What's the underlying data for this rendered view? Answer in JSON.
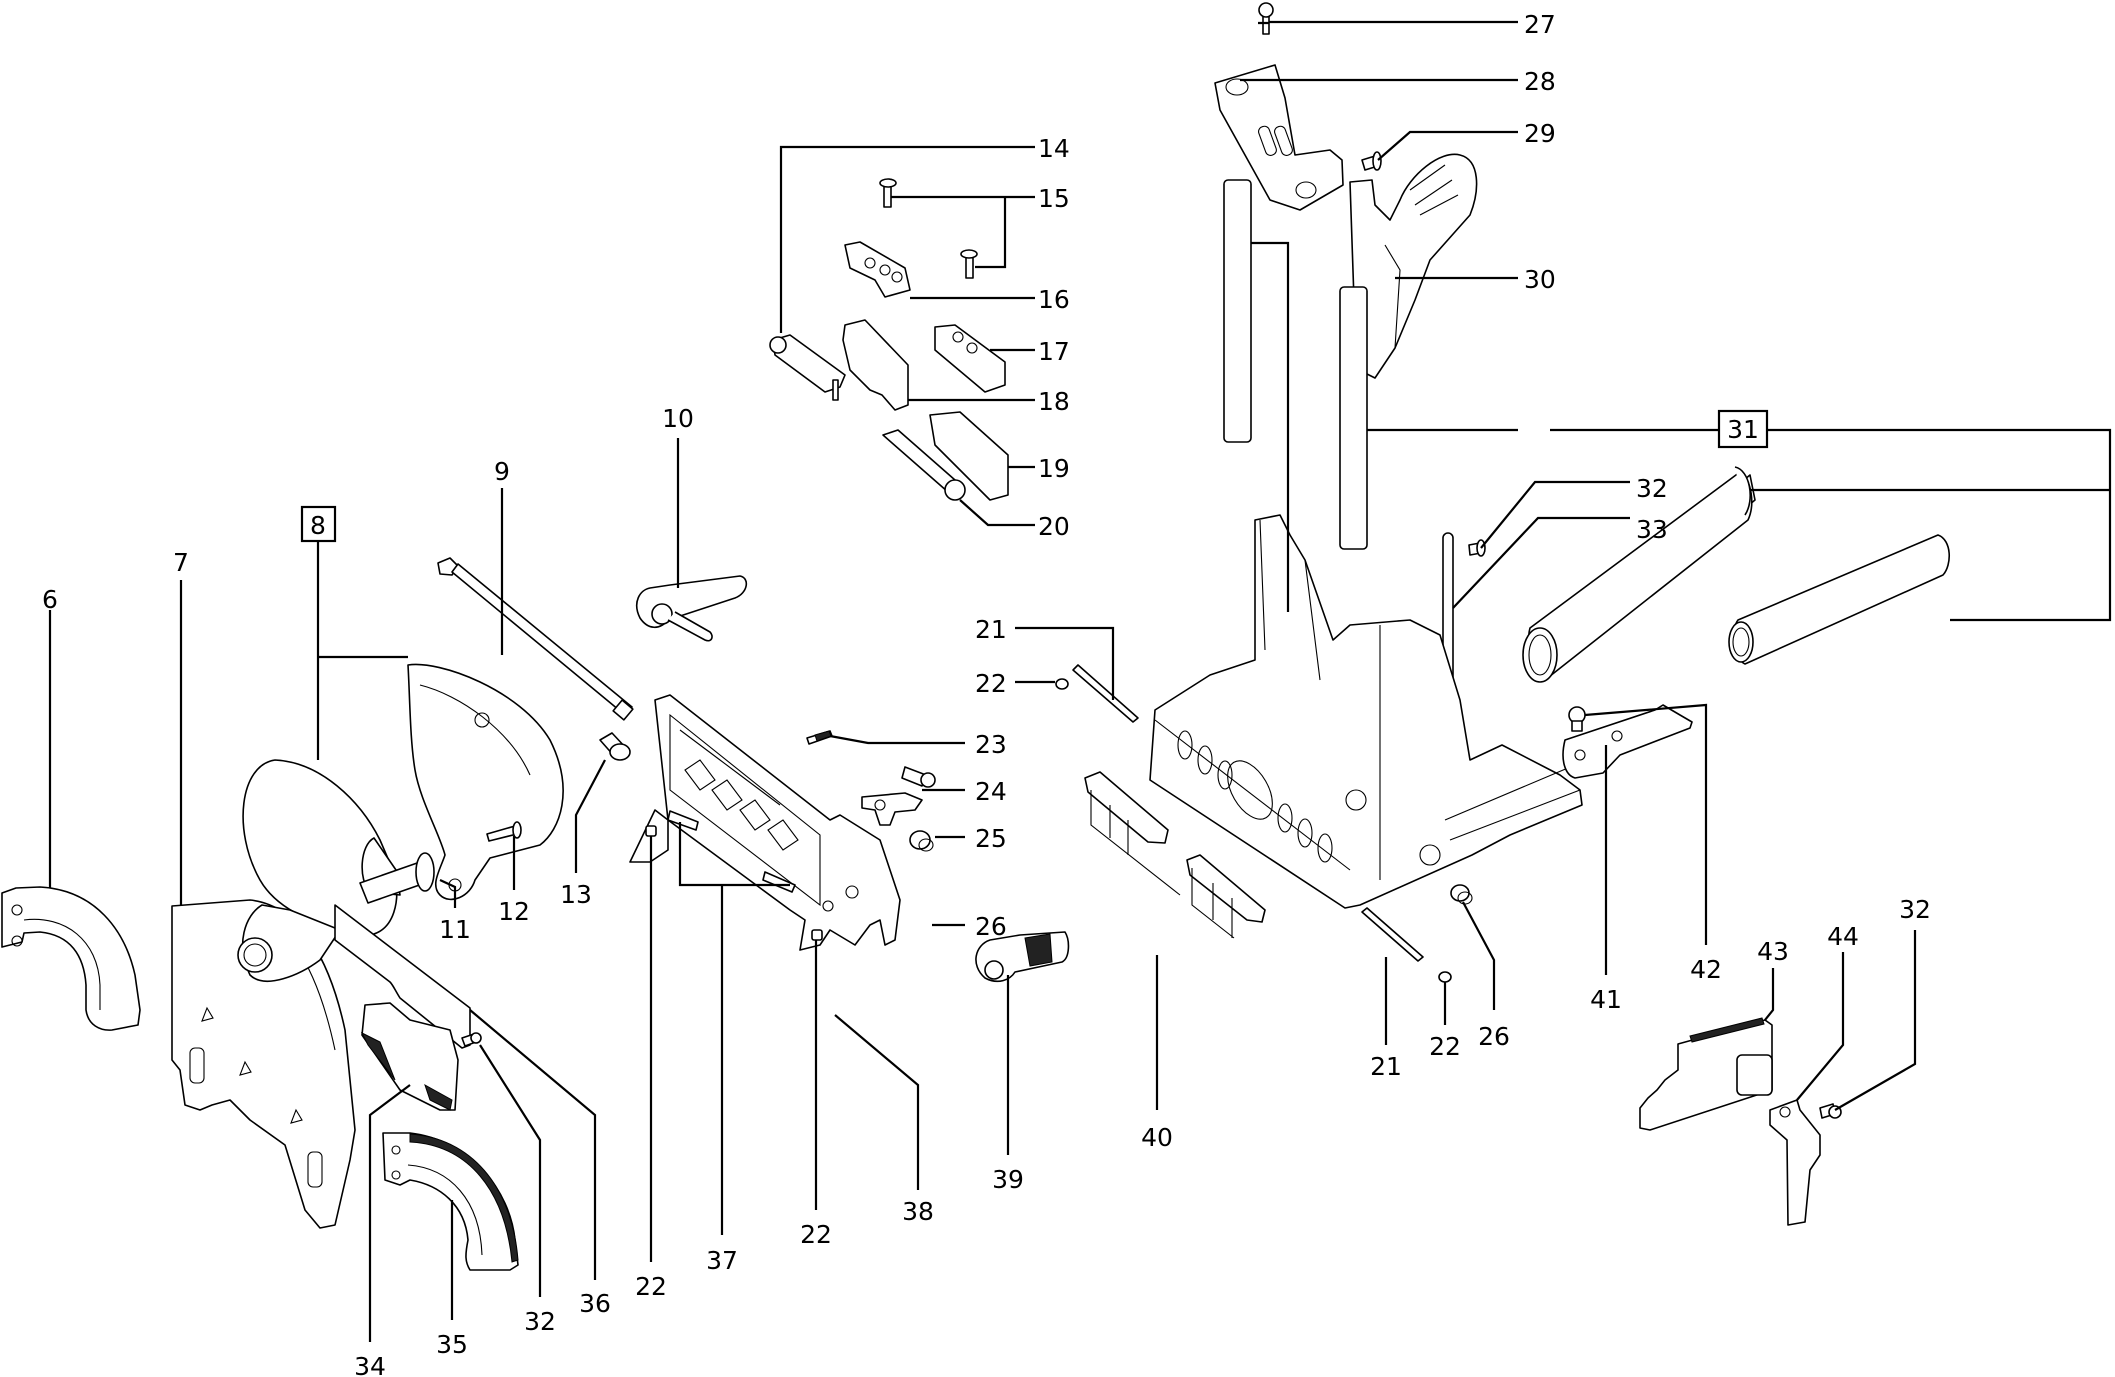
{
  "diagram": {
    "type": "exploded-parts-view",
    "background_color": "#ffffff",
    "line_color": "#000000",
    "callouts": [
      {
        "id": "c6",
        "label": "6",
        "part": "lower-blade-guard-plate"
      },
      {
        "id": "c7",
        "label": "7",
        "part": "side-plate"
      },
      {
        "id": "c8",
        "label": "8",
        "part": "motor-housing-assembly",
        "boxed": true
      },
      {
        "id": "c9",
        "label": "9",
        "part": "tie-rod"
      },
      {
        "id": "c10",
        "label": "10",
        "part": "clamp-lever"
      },
      {
        "id": "c11",
        "label": "11",
        "part": "pin-with-flange"
      },
      {
        "id": "c12",
        "label": "12",
        "part": "screw"
      },
      {
        "id": "c13",
        "label": "13",
        "part": "sleeve"
      },
      {
        "id": "c14",
        "label": "14",
        "part": "latch-rail"
      },
      {
        "id": "c15",
        "label": "15",
        "part": "screw-pair"
      },
      {
        "id": "c16",
        "label": "16",
        "part": "clamp-block"
      },
      {
        "id": "c17",
        "label": "17",
        "part": "clamp-block"
      },
      {
        "id": "c18",
        "label": "18",
        "part": "bracket"
      },
      {
        "id": "c19",
        "label": "19",
        "part": "bracket"
      },
      {
        "id": "c20",
        "label": "20",
        "part": "latch-rail-with-knob"
      },
      {
        "id": "c21a",
        "label": "21",
        "part": "pin"
      },
      {
        "id": "c22a",
        "label": "22",
        "part": "nut"
      },
      {
        "id": "c23",
        "label": "23",
        "part": "spring"
      },
      {
        "id": "c24",
        "label": "24",
        "part": "catch"
      },
      {
        "id": "c25",
        "label": "25",
        "part": "screw"
      },
      {
        "id": "c26a",
        "label": "26",
        "part": "bushing"
      },
      {
        "id": "c27",
        "label": "27",
        "part": "screw"
      },
      {
        "id": "c28",
        "label": "28",
        "part": "top-bracket"
      },
      {
        "id": "c29",
        "label": "29",
        "part": "screw"
      },
      {
        "id": "c30",
        "label": "30",
        "part": "dust-extraction-elbow"
      },
      {
        "id": "c31",
        "label": "31",
        "part": "guide-tube-set",
        "boxed": true
      },
      {
        "id": "c32a",
        "label": "32",
        "part": "screw"
      },
      {
        "id": "c33",
        "label": "33",
        "part": "strip"
      },
      {
        "id": "c21b",
        "label": "21",
        "part": "pin"
      },
      {
        "id": "c22b",
        "label": "22",
        "part": "nut"
      },
      {
        "id": "c26b",
        "label": "26",
        "part": "bushing"
      },
      {
        "id": "c41",
        "label": "41",
        "part": "lever-arm"
      },
      {
        "id": "c42",
        "label": "42",
        "part": "screw"
      },
      {
        "id": "c43",
        "label": "43",
        "part": "scale-cover"
      },
      {
        "id": "c44",
        "label": "44",
        "part": "pointer"
      },
      {
        "id": "c32b",
        "label": "32",
        "part": "screw"
      },
      {
        "id": "c40",
        "label": "40",
        "part": "clip-strip-set"
      },
      {
        "id": "c39",
        "label": "39",
        "part": "clamp-lever"
      },
      {
        "id": "c38",
        "label": "38",
        "part": "fence-carrier"
      },
      {
        "id": "c22c",
        "label": "22",
        "part": "nut"
      },
      {
        "id": "c37",
        "label": "37",
        "part": "dowel-pins"
      },
      {
        "id": "c22d",
        "label": "22",
        "part": "nut"
      },
      {
        "id": "c36",
        "label": "36",
        "part": "cover-plate"
      },
      {
        "id": "c32c",
        "label": "32",
        "part": "screw"
      },
      {
        "id": "c35",
        "label": "35",
        "part": "angle-scale"
      },
      {
        "id": "c34",
        "label": "34",
        "part": "scale-slider"
      }
    ]
  }
}
